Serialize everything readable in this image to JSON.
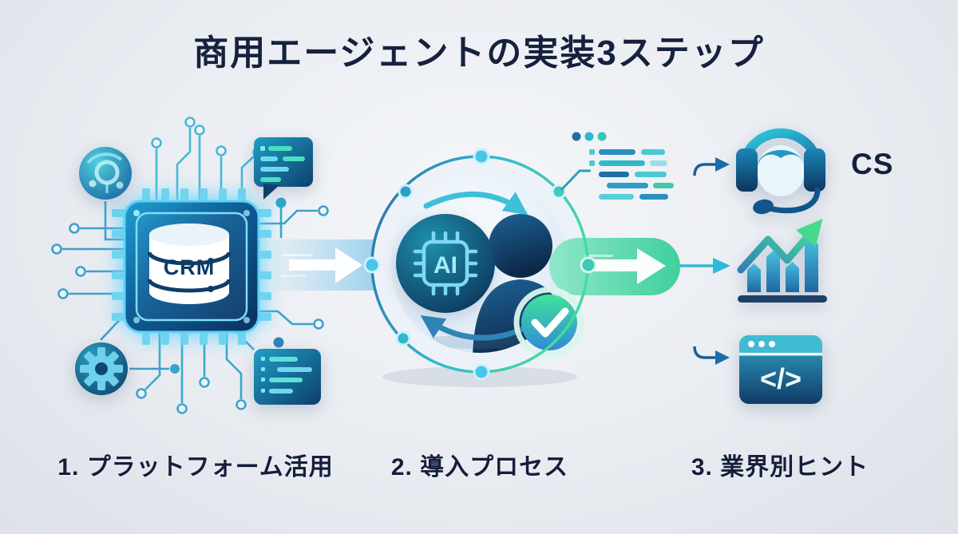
{
  "title": "商用エージェントの実装3ステップ",
  "steps": [
    {
      "id": 1,
      "label": "1. プラットフォーム活用"
    },
    {
      "id": 2,
      "label": "2. 導入プロセス"
    },
    {
      "id": 3,
      "label": "3. 業界別ヒント"
    }
  ],
  "platform": {
    "chip_label": "CRM",
    "icons": [
      "network-sphere-icon",
      "cpu-chip-icon",
      "database-icon",
      "gear-icon",
      "chat-bubble-icon",
      "list-card-icon"
    ]
  },
  "process": {
    "ai_label": "AI",
    "icons": [
      "ai-chip-icon",
      "user-silhouette-icon",
      "checkmark-badge-icon",
      "cycle-arrows-icon",
      "code-snippet-icon"
    ]
  },
  "outputs": {
    "items": [
      {
        "label": "CS",
        "icon": "headset-icon"
      },
      {
        "label": "",
        "icon": "growth-chart-icon"
      },
      {
        "label": "",
        "icon": "code-window-icon"
      }
    ],
    "code_glyph": "</>"
  },
  "colors": {
    "title_text": "#16213d",
    "accent_cyan": "#3ec0e0",
    "accent_teal": "#3fd0a4",
    "deep_blue": "#0d3f73",
    "chip_glow": "#5fd2f4",
    "background": "#e9ecf1"
  }
}
